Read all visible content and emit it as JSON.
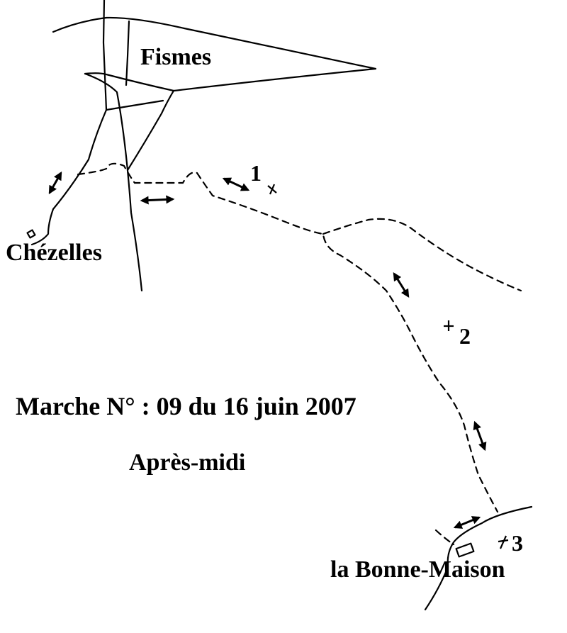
{
  "places": {
    "fismes": "Fismes",
    "chezelles": "Chézelles",
    "bonne_maison": "la Bonne-Maison"
  },
  "waypoints": [
    "1",
    "2",
    "3"
  ],
  "title": "Marche N° : 09 du 16 juin 2007",
  "subtitle": "Après-midi"
}
